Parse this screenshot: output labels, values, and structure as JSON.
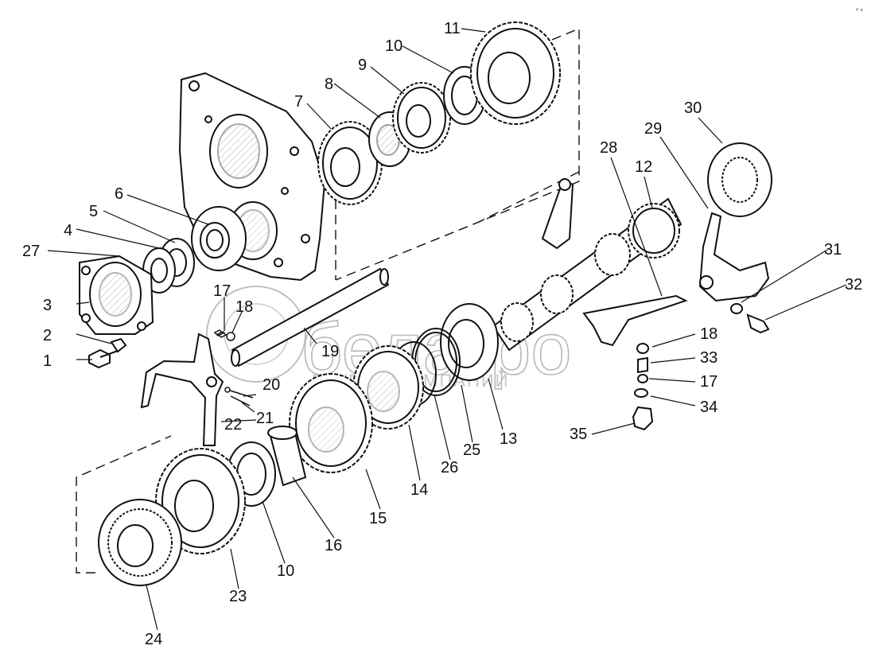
{
  "watermark": {
    "brand": "белагро",
    "subtitle": "ГРУППА КОМПАНИЙ"
  },
  "corner_mark": "⁰ ⁸",
  "callouts": [
    {
      "n": "1"
    },
    {
      "n": "2"
    },
    {
      "n": "3"
    },
    {
      "n": "4"
    },
    {
      "n": "5"
    },
    {
      "n": "6"
    },
    {
      "n": "7"
    },
    {
      "n": "8"
    },
    {
      "n": "9"
    },
    {
      "n": "10"
    },
    {
      "n": "10"
    },
    {
      "n": "11"
    },
    {
      "n": "12"
    },
    {
      "n": "13"
    },
    {
      "n": "14"
    },
    {
      "n": "15"
    },
    {
      "n": "16"
    },
    {
      "n": "17"
    },
    {
      "n": "17"
    },
    {
      "n": "18"
    },
    {
      "n": "18"
    },
    {
      "n": "19"
    },
    {
      "n": "20"
    },
    {
      "n": "21"
    },
    {
      "n": "22"
    },
    {
      "n": "23"
    },
    {
      "n": "24"
    },
    {
      "n": "25"
    },
    {
      "n": "26"
    },
    {
      "n": "27"
    },
    {
      "n": "28"
    },
    {
      "n": "29"
    },
    {
      "n": "30"
    },
    {
      "n": "31"
    },
    {
      "n": "32"
    },
    {
      "n": "33"
    },
    {
      "n": "34"
    },
    {
      "n": "35"
    }
  ]
}
